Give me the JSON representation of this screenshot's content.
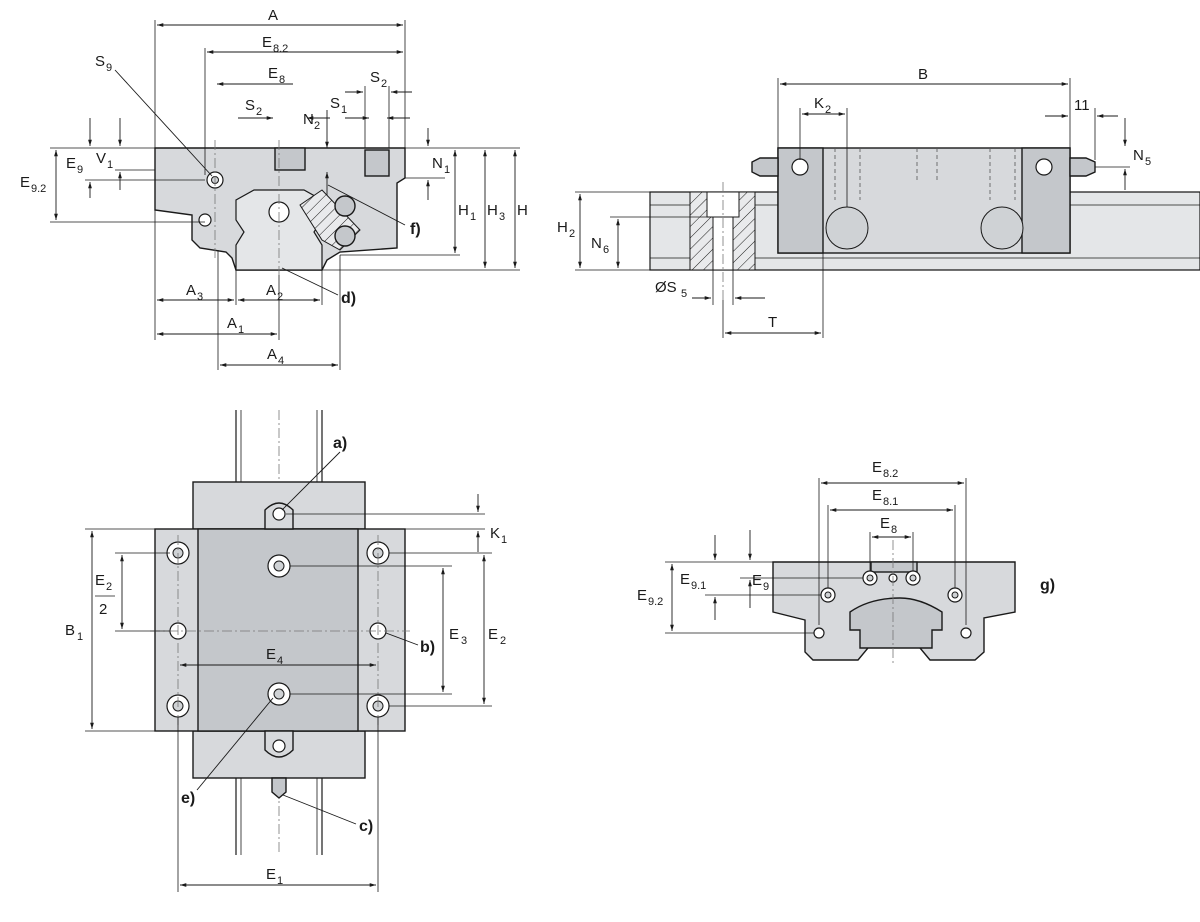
{
  "front_view": {
    "dims": {
      "A": "A",
      "E8_2": "E",
      "E8_2_sub": "8.2",
      "E8": "E",
      "E8_sub": "8",
      "S9": "S",
      "S9_sub": "9",
      "S2a": "S",
      "S2a_sub": "2",
      "S2b": "S",
      "S2b_sub": "2",
      "S1": "S",
      "S1_sub": "1",
      "N2": "N",
      "N2_sub": "2",
      "N1": "N",
      "N1_sub": "1",
      "E9": "E",
      "E9_sub": "9",
      "V1": "V",
      "V1_sub": "1",
      "E9_2": "E",
      "E9_2_sub": "9.2",
      "H1": "H",
      "H1_sub": "1",
      "H3": "H",
      "H3_sub": "3",
      "H": "H",
      "A3": "A",
      "A3_sub": "3",
      "A2": "A",
      "A2_sub": "2",
      "A1": "A",
      "A1_sub": "1",
      "A4": "A",
      "A4_sub": "4"
    },
    "callouts": {
      "f": "f)",
      "d": "d)"
    }
  },
  "side_view": {
    "dims": {
      "B": "B",
      "K2": "K",
      "K2_sub": "2",
      "eleven": "11",
      "N5": "N",
      "N5_sub": "5",
      "H2": "H",
      "H2_sub": "2",
      "N6": "N",
      "N6_sub": "6",
      "S5": "ØS",
      "S5_sub": "5",
      "T": "T"
    }
  },
  "top_view": {
    "dims": {
      "K1": "K",
      "K1_sub": "1",
      "E2_half": "E",
      "E2_half_sub": "2",
      "E2_half_den": "2",
      "B1": "B",
      "B1_sub": "1",
      "E3": "E",
      "E3_sub": "3",
      "E2": "E",
      "E2_sub": "2",
      "E4": "E",
      "E4_sub": "4",
      "E1": "E",
      "E1_sub": "1"
    },
    "callouts": {
      "a": "a)",
      "b": "b)",
      "c": "c)",
      "e": "e)"
    }
  },
  "detail_view": {
    "dims": {
      "E8_2": "E",
      "E8_2_sub": "8.2",
      "E8_1": "E",
      "E8_1_sub": "8.1",
      "E8": "E",
      "E8_sub": "8",
      "E9": "E",
      "E9_sub": "9",
      "E9_1": "E",
      "E9_1_sub": "9.1",
      "E9_2": "E",
      "E9_2_sub": "9.2"
    },
    "callouts": {
      "g": "g)"
    }
  }
}
